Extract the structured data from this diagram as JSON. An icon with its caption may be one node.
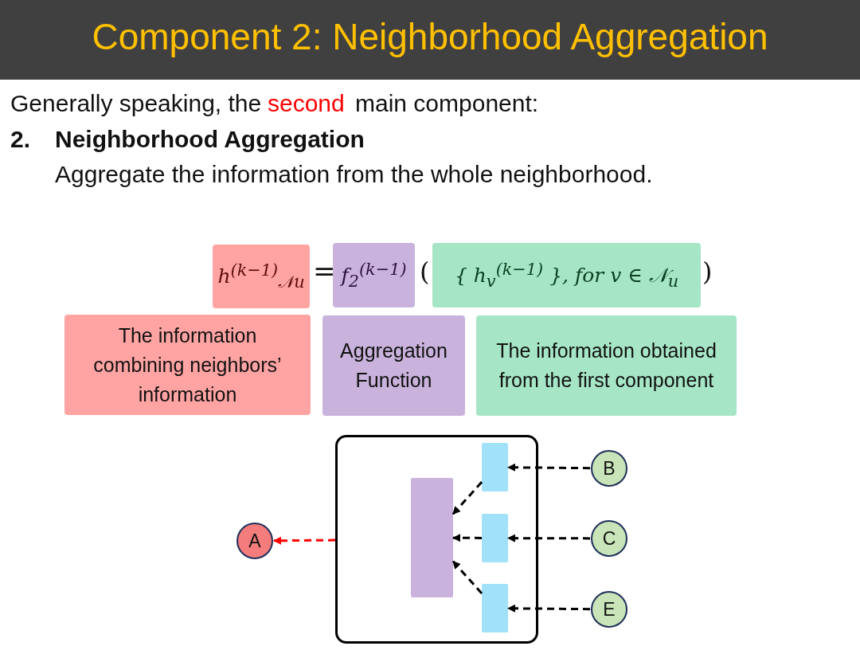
{
  "diagram": {
    "title": "Component 2: Neighborhood Aggregation",
    "nodes": [
      {
        "text": [
          "h$^{(k−1)}$$_{𝒩u}$"
        ]
      },
      {
        "text": [
          "f$_{2}$$^{(k−1)}$"
        ]
      },
      {
        "text": [
          "{ h$_{v}$$^{(k−1)}$ }, for v ∈ 𝒩$_{u}$"
        ]
      },
      {
        "text": [
          "The information combining neighbors’ information"
        ]
      },
      {
        "text": [
          "Aggregation Function"
        ]
      },
      {
        "text": [
          "The information obtained from the first component"
        ]
      },
      {
        "text": [
          "A"
        ]
      },
      {
        "text": [],
        "shape": "box"
      },
      {
        "text": [],
        "shape": "bar",
        "in": 7
      },
      {
        "text": [],
        "shape": "bar",
        "in": 7
      },
      {
        "text": [],
        "shape": "bar",
        "in": 7
      },
      {
        "text": [],
        "shape": "bar",
        "in": 7
      },
      {
        "text": [
          "B"
        ]
      },
      {
        "text": [
          "C"
        ]
      },
      {
        "text": [
          "E"
        ]
      }
    ],
    "edges": [
      {
        "from": 7,
        "to": 6,
        "arrow": "to",
        "style": "dashed",
        "color": "#ff0000"
      },
      {
        "from": 9,
        "to": 8,
        "arrow": "to",
        "style": "dashed"
      },
      {
        "from": 10,
        "to": 8,
        "arrow": "to",
        "style": "dashed"
      },
      {
        "from": 11,
        "to": 8,
        "arrow": "to",
        "style": "dashed"
      },
      {
        "from": 12,
        "to": 9,
        "arrow": "to",
        "style": "dashed"
      },
      {
        "from": 13,
        "to": 10,
        "arrow": "to",
        "style": "dashed"
      },
      {
        "from": 14,
        "to": 11,
        "arrow": "to",
        "style": "dashed"
      }
    ],
    "labels": [
      "Generally speaking, the",
      "second",
      "main component:",
      "2.",
      "Neighborhood Aggregation",
      "Aggregate the information from the whole neighborhood.",
      "=",
      "(",
      ")"
    ]
  }
}
